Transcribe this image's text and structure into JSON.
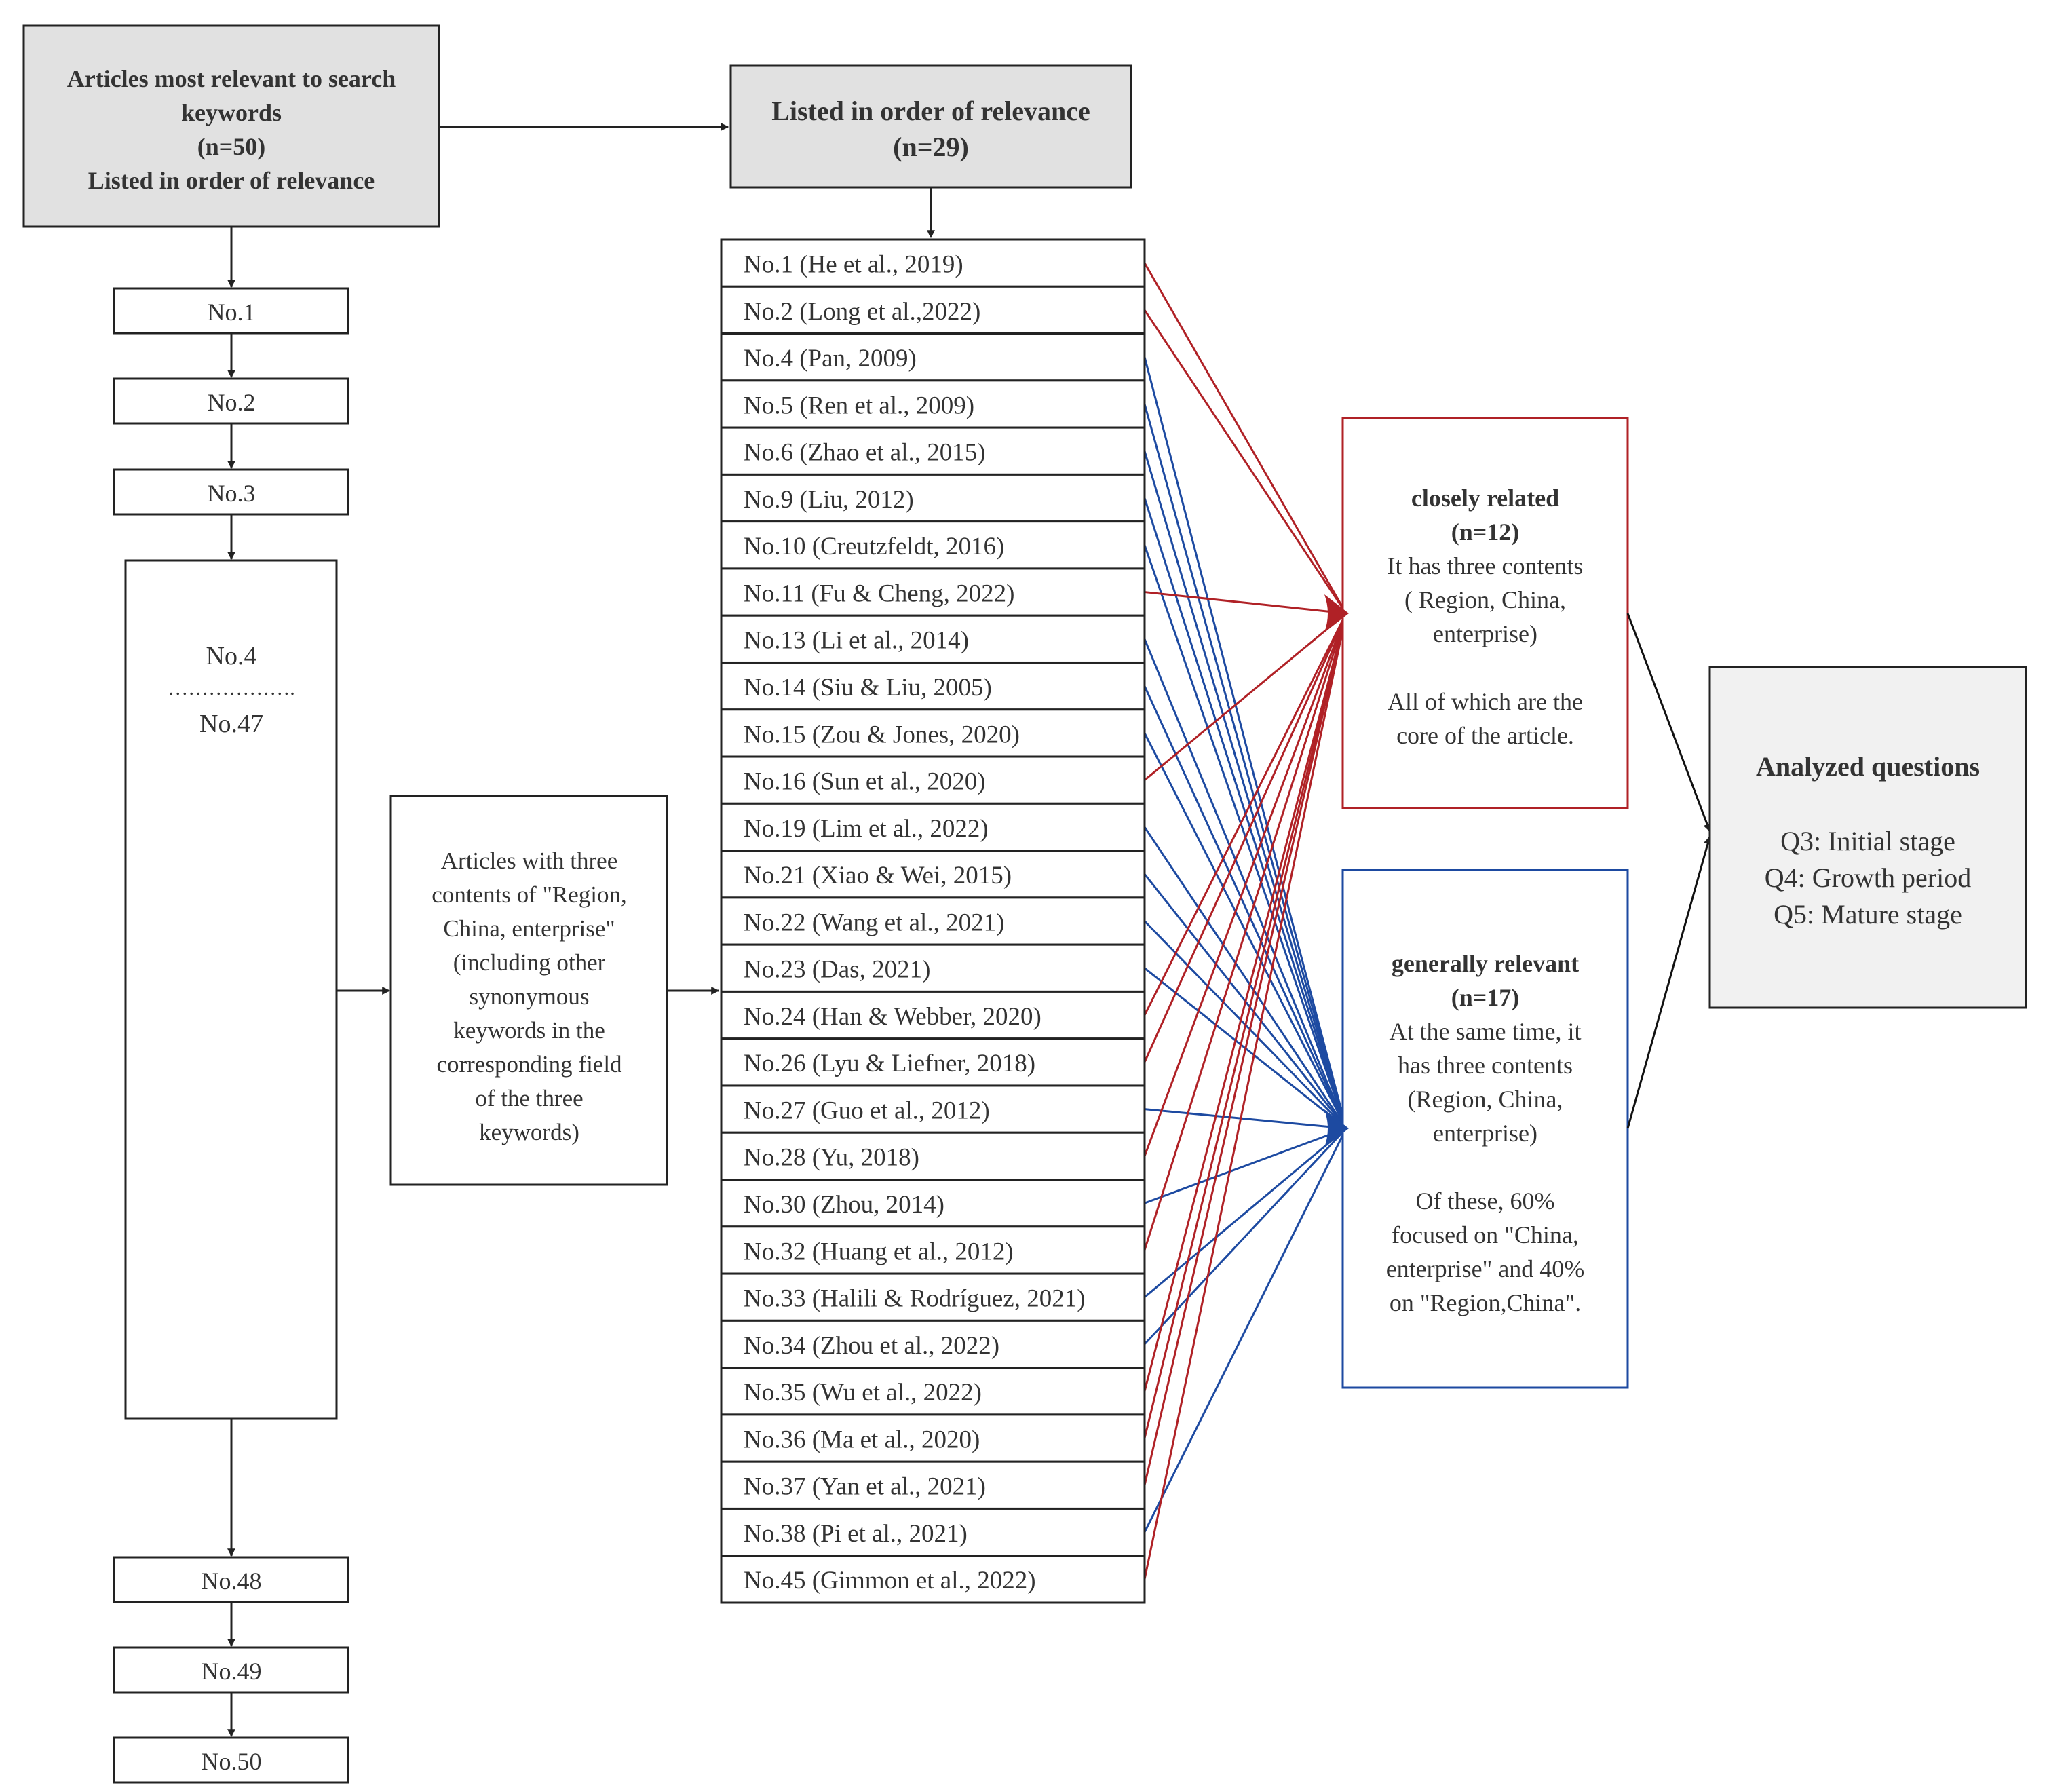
{
  "colors": {
    "red": "#b02126",
    "blue": "#1d4aa1",
    "black": "#222222",
    "box_fill": "#e1e1e1",
    "analyzed_fill": "#f1f1f1"
  },
  "top_box": {
    "lines": [
      "Articles most relevant to search",
      "keywords",
      "(n=50)",
      "Listed in order of relevance"
    ]
  },
  "relevance_box": {
    "lines": [
      "Listed in order of relevance",
      "(n=29)"
    ]
  },
  "sequence": {
    "top": [
      "No.1",
      "No.2",
      "No.3"
    ],
    "range_start": "No.4",
    "range_dots": "……………….",
    "range_end": "No.47",
    "bottom": [
      "No.48",
      "No.49",
      "No.50"
    ]
  },
  "criteria_box": {
    "lines": [
      "Articles with three",
      "contents of \"Region,",
      "China, enterprise\"",
      "(including other",
      "synonymous",
      "keywords in the",
      "corresponding field",
      "of the three",
      "keywords)"
    ]
  },
  "articles": [
    {
      "label": "No.1 (He et al., 2019)",
      "group": "close"
    },
    {
      "label": "No.2 (Long et al.,2022)",
      "group": "close"
    },
    {
      "label": "No.4 (Pan, 2009)",
      "group": "general"
    },
    {
      "label": "No.5 (Ren et al., 2009)",
      "group": "general"
    },
    {
      "label": "No.6 (Zhao et al., 2015)",
      "group": "general"
    },
    {
      "label": "No.9 (Liu, 2012)",
      "group": "general"
    },
    {
      "label": "No.10 (Creutzfeldt, 2016)",
      "group": "general"
    },
    {
      "label": "No.11 (Fu & Cheng, 2022)",
      "group": "close"
    },
    {
      "label": "No.13 (Li et al., 2014)",
      "group": "general"
    },
    {
      "label": "No.14 (Siu & Liu, 2005)",
      "group": "general"
    },
    {
      "label": "No.15 (Zou & Jones, 2020)",
      "group": "general"
    },
    {
      "label": "No.16 (Sun et al., 2020)",
      "group": "close"
    },
    {
      "label": "No.19 (Lim et al., 2022)",
      "group": "general"
    },
    {
      "label": "No.21 (Xiao & Wei, 2015)",
      "group": "general"
    },
    {
      "label": "No.22 (Wang et al., 2021)",
      "group": "general"
    },
    {
      "label": "No.23 (Das, 2021)",
      "group": "general"
    },
    {
      "label": "No.24 (Han & Webber, 2020)",
      "group": "close"
    },
    {
      "label": "No.26 (Lyu & Liefner, 2018)",
      "group": "close"
    },
    {
      "label": "No.27 (Guo et al., 2012)",
      "group": "general"
    },
    {
      "label": "No.28 (Yu, 2018)",
      "group": "close"
    },
    {
      "label": "No.30 (Zhou, 2014)",
      "group": "general"
    },
    {
      "label": "No.32 (Huang et al., 2012)",
      "group": "close"
    },
    {
      "label": "No.33 (Halili & Rodríguez, 2021)",
      "group": "general"
    },
    {
      "label": "No.34 (Zhou et al., 2022)",
      "group": "general"
    },
    {
      "label": "No.35 (Wu et al., 2022)",
      "group": "close"
    },
    {
      "label": "No.36 (Ma et al., 2020)",
      "group": "close"
    },
    {
      "label": "No.37 (Yan et al., 2021)",
      "group": "close"
    },
    {
      "label": "No.38 (Pi et al., 2021)",
      "group": "general"
    },
    {
      "label": "No.45 (Gimmon et al., 2022)",
      "group": "close"
    }
  ],
  "closely_related": {
    "title": "closely related",
    "count": "(n=12)",
    "lines": [
      "It has three contents",
      "( Region, China,",
      "enterprise)",
      "",
      "All of which are the",
      "core of the article."
    ]
  },
  "generally_relevant": {
    "title": "generally relevant",
    "count": "(n=17)",
    "lines": [
      "At the same time, it",
      "has three contents",
      "(Region, China,",
      "enterprise)",
      "",
      "Of these, 60%",
      "focused on \"China,",
      "enterprise\" and 40%",
      "on \"Region,China\"."
    ]
  },
  "analyzed": {
    "title": "Analyzed questions",
    "questions": [
      "Q3: Initial stage",
      "Q4: Growth period",
      "Q5: Mature stage"
    ]
  }
}
